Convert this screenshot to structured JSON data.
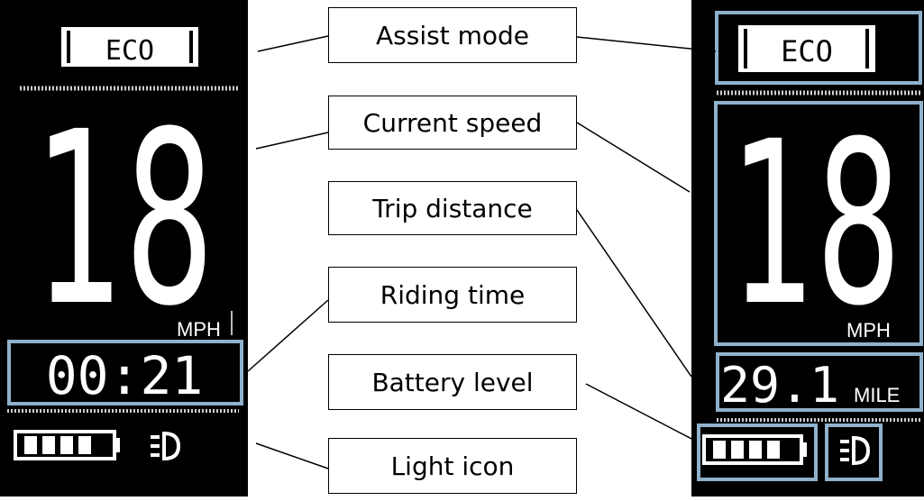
{
  "labels": {
    "assist_mode": "Assist mode",
    "current_speed": "Current speed",
    "trip_distance": "Trip distance",
    "riding_time": "Riding time",
    "battery_level": "Battery level",
    "light_icon": "Light icon"
  },
  "left_display": {
    "mode": "ECO",
    "speed": "18",
    "speed_unit": "MPH",
    "riding_time": "00:21",
    "battery_bars": 4
  },
  "right_display": {
    "mode": "ECO",
    "speed": "18",
    "speed_unit": "MPH",
    "trip_distance": "29.1",
    "distance_unit": "MILE",
    "battery_bars": 4
  },
  "colors": {
    "highlight": "#8fb1cc",
    "lcd_background": "#000000",
    "lcd_text": "#ffffff"
  }
}
